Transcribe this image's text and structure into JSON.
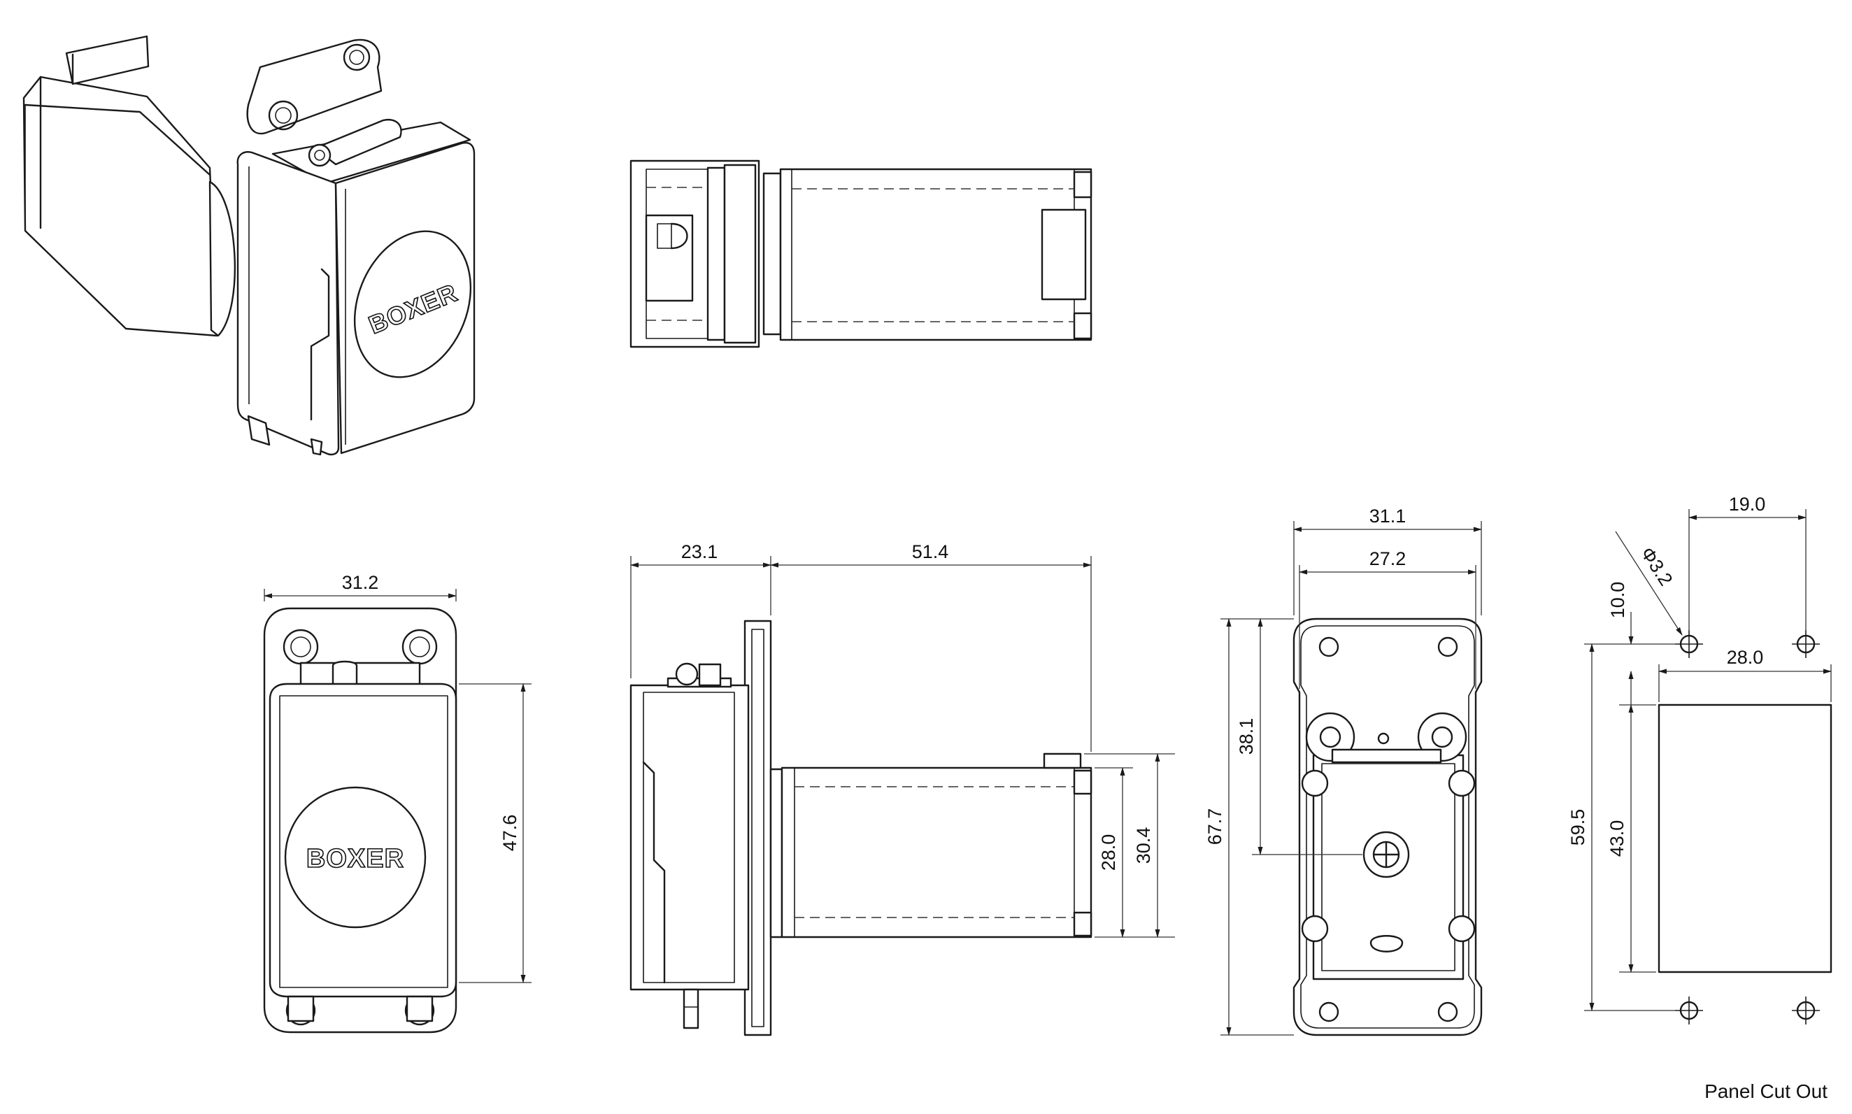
{
  "brand_label": "BOXER",
  "caption": "Panel Cut Out",
  "dimensions": {
    "front_width": "31.2",
    "front_height": "47.6",
    "side_flange": "23.1",
    "side_body_length": "51.4",
    "side_motor_inner": "28.0",
    "side_motor_outer": "30.4",
    "bottom_outer_width": "31.1",
    "bottom_inner_width": "27.2",
    "bottom_total_height": "67.7",
    "bottom_shaft_height": "38.1",
    "cutout_hole_offset_x": "19.0",
    "cutout_hole_diameter": "Φ3.2",
    "cutout_hole_offset_y": "10.0",
    "cutout_width": "28.0",
    "cutout_hole_spacing": "59.5",
    "cutout_height": "43.0"
  }
}
